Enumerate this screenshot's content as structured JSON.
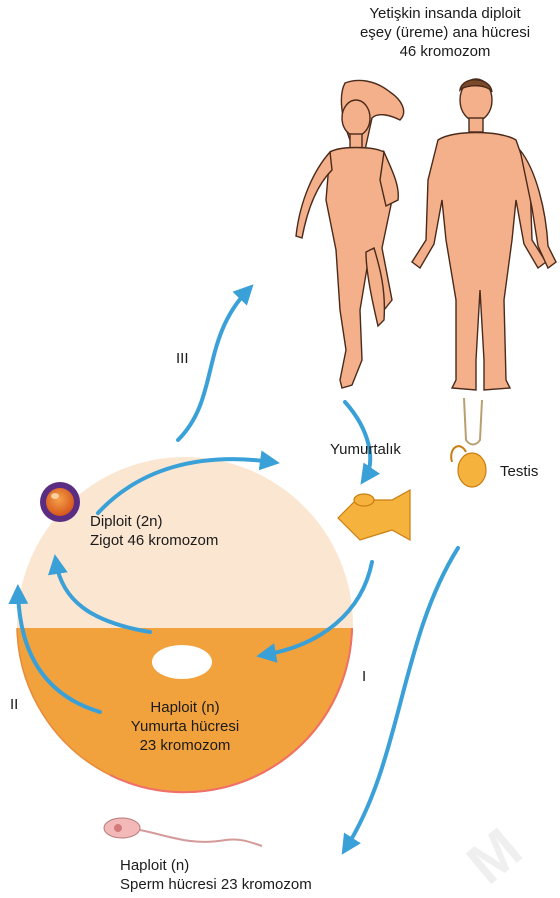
{
  "title_lines": [
    "Yetişkin insanda diploit",
    "eşey (üreme) ana hücresi",
    "46 kromozom"
  ],
  "ovary_label": "Yumurtalık",
  "testis_label": "Testis",
  "zygote_lines": [
    "Diploit (2n)",
    "Zigot 46 kromozom"
  ],
  "egg_lines": [
    "Haploit (n)",
    "Yumurta hücresi",
    "23 kromozom"
  ],
  "sperm_lines": [
    "Haploit (n)",
    "Sperm hücresi 23 kromozom"
  ],
  "stages": {
    "i": "I",
    "ii": "II",
    "iii": "III"
  },
  "watermark": "M",
  "colors": {
    "arrow": "#3aa0d8",
    "diploid_half": "#fbe6d1",
    "haploid_half": "#f2a23c",
    "skin": "#f3b08a",
    "outline": "#4a2a1a",
    "organ": "#f5b23c",
    "zygote_outer": "#5b2d82",
    "zygote_inner": "#e8752a"
  }
}
